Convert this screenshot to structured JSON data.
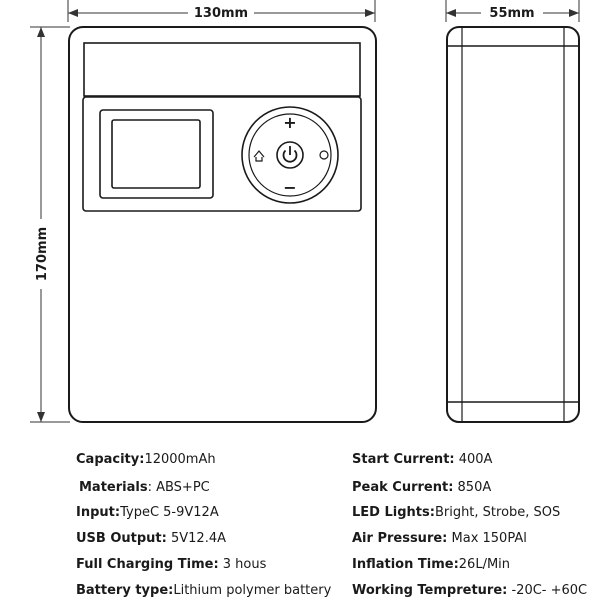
{
  "dimensions": {
    "width": "130mm",
    "height": "170mm",
    "depth": "55mm"
  },
  "controls": {
    "plus_symbol": "+",
    "minus_symbol": "−"
  },
  "specs_left": [
    {
      "label": "Capacity:",
      "value": "12000mAh"
    },
    {
      "label": "Materials",
      "value": ": ABS+PC"
    },
    {
      "label": "Input:",
      "value": "TypeC 5-9V12A"
    },
    {
      "label": "USB Output:",
      "value": " 5V12.4A"
    },
    {
      "label": "Full Charging Time:",
      "value": " 3 hous"
    },
    {
      "label": "Battery type:",
      "value": "Lithium polymer battery"
    }
  ],
  "specs_right": [
    {
      "label": "Start Current:",
      "value": " 400A"
    },
    {
      "label": "Peak Current:",
      "value": " 850A"
    },
    {
      "label": "LED Lights:",
      "value": "Bright, Strobe, SOS"
    },
    {
      "label": "Air Pressure:",
      "value": " Max 150PAl"
    },
    {
      "label": "Inflation Time:",
      "value": "26L/Min"
    },
    {
      "label": "Working Tempreture:",
      "value": " -20C- +60C"
    }
  ]
}
